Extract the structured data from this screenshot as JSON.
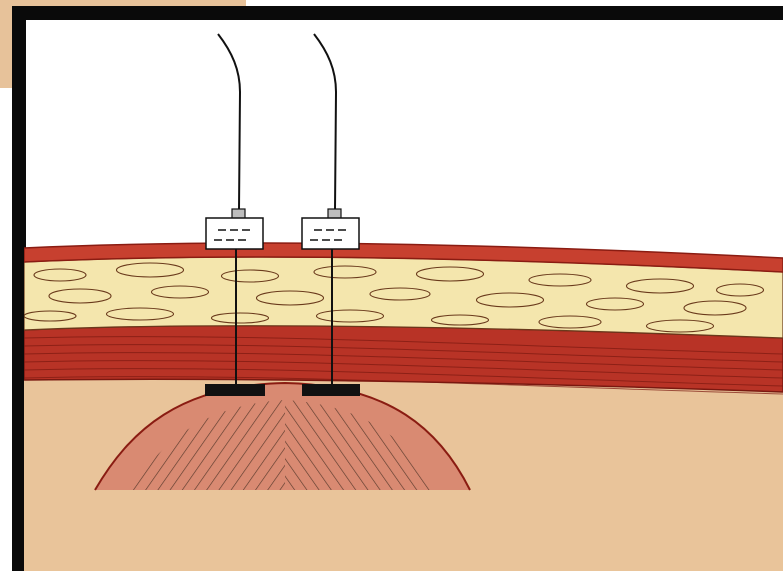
{
  "colors": {
    "frame": "#0a0a0a",
    "corner_patch": "#e7c29a",
    "background": "#ffffff",
    "skin": "#c7402f",
    "skin_dark": "#8a1c12",
    "fat": "#f4e6ad",
    "fat_outline": "#6a3a1c",
    "muscle": "#b83326",
    "muscle_streak": "#7a1810",
    "deep_tissue": "#e9c49a",
    "organ": "#d98a72",
    "organ_inner": "#a06a55",
    "electrode_body": "#ffffff",
    "electrode_plate": "#111111",
    "wire": "#111111"
  },
  "labels": [],
  "components": [
    {
      "name": "wire-left",
      "icon": "wire-icon"
    },
    {
      "name": "wire-right",
      "icon": "wire-icon"
    },
    {
      "name": "electrode-left",
      "icon": "electrode-icon"
    },
    {
      "name": "electrode-right",
      "icon": "electrode-icon"
    },
    {
      "name": "skin-layer",
      "icon": "skin-layer-icon"
    },
    {
      "name": "fat-layer",
      "icon": "fat-layer-icon"
    },
    {
      "name": "muscle-layer",
      "icon": "muscle-layer-icon"
    },
    {
      "name": "deep-tissue",
      "icon": "deep-tissue-icon"
    },
    {
      "name": "organ-dome",
      "icon": "organ-icon"
    },
    {
      "name": "contact-plate-left",
      "icon": "plate-icon"
    },
    {
      "name": "contact-plate-right",
      "icon": "plate-icon"
    }
  ]
}
